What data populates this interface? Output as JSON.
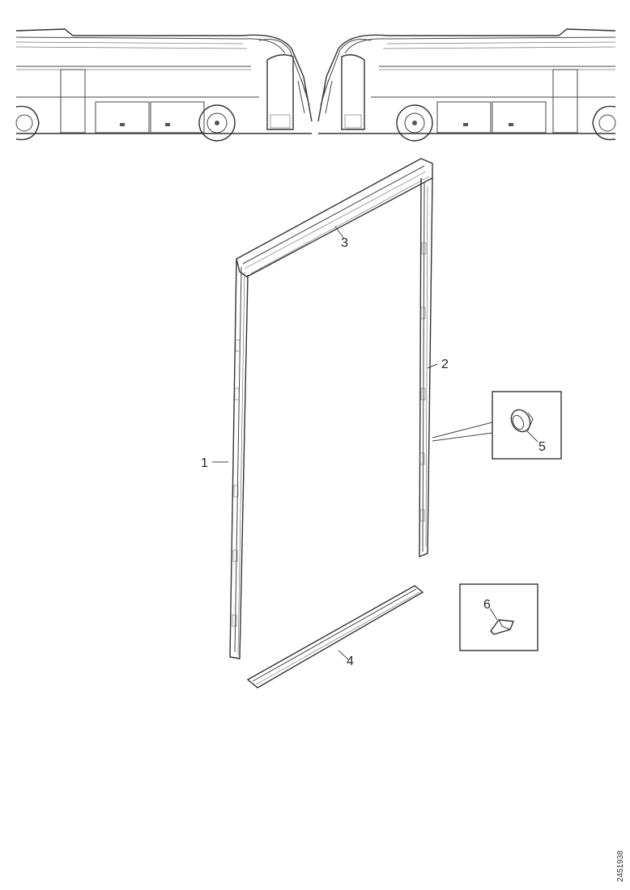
{
  "callouts": {
    "c1": "1",
    "c2": "2",
    "c3": "3",
    "c4": "4",
    "c5": "5",
    "c6": "6"
  },
  "doc_id": "2451938",
  "views": {
    "left_bus": "bus-rear-left-view",
    "right_bus": "bus-rear-right-view"
  }
}
